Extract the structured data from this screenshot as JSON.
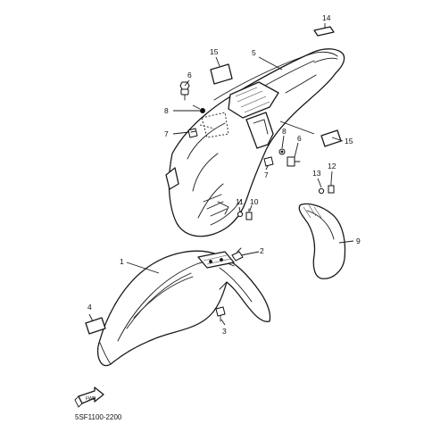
{
  "diagram": {
    "callouts": {
      "c1": "1",
      "c2": "2",
      "c3": "3",
      "c4": "4",
      "c5": "5",
      "c6a": "6",
      "c6b": "6",
      "c7a": "7",
      "c7b": "7",
      "c8a": "8",
      "c8b": "8",
      "c9": "9",
      "c10": "10",
      "c11": "11",
      "c12": "12",
      "c13": "13",
      "c14": "14",
      "c15a": "15",
      "c15b": "15"
    },
    "forward_marker": "FWD",
    "catalog_code": "5SF1100-2200"
  },
  "colors": {
    "ink": "#1a1a1a",
    "paper": "#ffffff"
  },
  "icons": {
    "forward_marker": "forward-arrow-icon"
  }
}
